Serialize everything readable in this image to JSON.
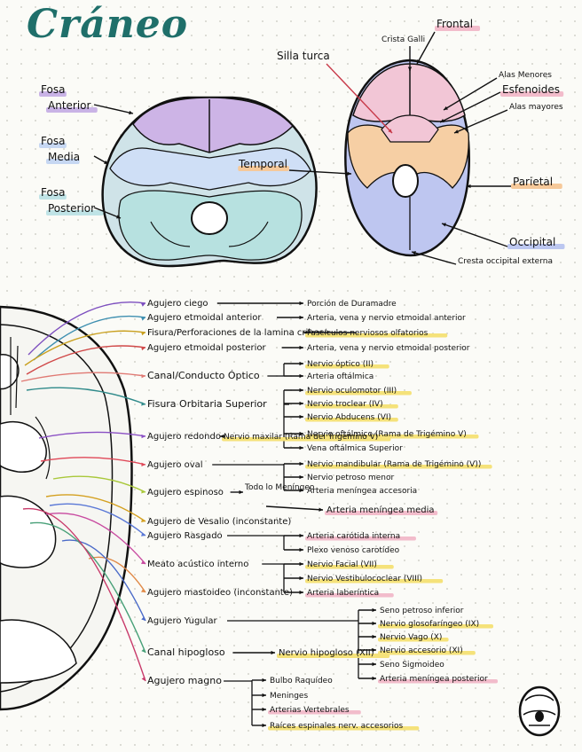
{
  "title": "Cráneo",
  "top_left": {
    "labels": [
      {
        "id": "fosa-anterior",
        "lines": [
          "Fosa",
          "Anterior"
        ],
        "hl": "#c9b3e6"
      },
      {
        "id": "fosa-media",
        "lines": [
          "Fosa",
          "Media"
        ],
        "hl": "#c6d7f2"
      },
      {
        "id": "fosa-posterior",
        "lines": [
          "Fosa",
          "Posterior"
        ],
        "hl": "#bfe3e6"
      }
    ]
  },
  "top_right": {
    "labels": [
      {
        "id": "frontal",
        "text": "Frontal",
        "hl": "#f2bccb"
      },
      {
        "id": "crista-galli",
        "text": "Crista Galli",
        "hl": ""
      },
      {
        "id": "silla-turca",
        "text": "Silla turca",
        "hl": ""
      },
      {
        "id": "alas-menores",
        "text": "Alas Menores",
        "hl": ""
      },
      {
        "id": "esfenoides",
        "text": "Esfenoides",
        "hl": "#f2bccb"
      },
      {
        "id": "alas-mayores",
        "text": "Alas mayores",
        "hl": ""
      },
      {
        "id": "temporal",
        "text": "Temporal",
        "hl": "#f6c99a"
      },
      {
        "id": "parietal",
        "text": "Parietal",
        "hl": "#f6c99a"
      },
      {
        "id": "occipital",
        "text": "Occipital",
        "hl": "#bcc7f0"
      },
      {
        "id": "cresta-occipital",
        "text": "Cresta occipital externa",
        "hl": ""
      }
    ]
  },
  "foramina": [
    {
      "id": "agujero-ciego",
      "text": "Agujero ciego",
      "color": "#7d4fbf",
      "contents": [
        {
          "text": "Porción de Duramadre",
          "hl": ""
        }
      ]
    },
    {
      "id": "agujero-etmoidal-anterior",
      "text": "Agujero etmoidal anterior",
      "color": "#3e8fb0",
      "contents": [
        {
          "text": "Arteria, vena y nervio etmoidal anterior",
          "hl": ""
        }
      ]
    },
    {
      "id": "fisura-lamina-cribosa",
      "text": "Fisura/Perforaciones de la lamina cribosa",
      "color": "#c9a020",
      "contents": [
        {
          "text": "Fascículos nerviosos olfatorios",
          "hl": "#f5e27a"
        }
      ]
    },
    {
      "id": "agujero-etmoidal-posterior",
      "text": "Agujero etmoidal posterior",
      "color": "#d04848",
      "contents": [
        {
          "text": "Arteria, vena y nervio etmoidal posterior",
          "hl": ""
        }
      ]
    },
    {
      "id": "canal-optico",
      "text": "Canal/Conducto Óptico",
      "color": "#e07a74",
      "contents": [
        {
          "text": "Nervio óptico (II)",
          "hl": "#f5e27a"
        },
        {
          "text": "Arteria oftálmica",
          "hl": ""
        }
      ]
    },
    {
      "id": "fisura-orbitaria-superior",
      "text": "Fisura Orbitaria Superior",
      "color": "#2f8a8a",
      "contents": [
        {
          "text": "Nervio oculomotor (III)",
          "hl": "#f5e27a"
        },
        {
          "text": "Nervio troclear (IV)",
          "hl": "#f5e27a"
        },
        {
          "text": "Nervio Abducens (VI)",
          "hl": "#f5e27a"
        },
        {
          "text": "Nervio oftálmico (Rama de Trigémino V)",
          "hl": "#f5e27a"
        },
        {
          "text": "Vena oftálmica Superior",
          "hl": ""
        }
      ]
    },
    {
      "id": "agujero-redondo",
      "text": "Agujero redondo",
      "color": "#8a4fc4",
      "contents": [
        {
          "text": "Nervio maxilar (Rama del Trigémino V)",
          "hl": "#f5e27a"
        }
      ]
    },
    {
      "id": "agujero-oval",
      "text": "Agujero oval",
      "color": "#e04858",
      "contents": [
        {
          "text": "Nervio mandibular (Rama de Trigémino (V))",
          "hl": "#f5e27a"
        },
        {
          "text": "Nervio petroso menor",
          "hl": ""
        },
        {
          "text": "Arteria meníngea accesoria",
          "hl": ""
        }
      ]
    },
    {
      "id": "agujero-espinoso",
      "text": "Agujero espinoso",
      "color": "#a9c83a",
      "contents": [
        {
          "text": "Todo lo Meníngeo",
          "hl": ""
        },
        {
          "text": "Arteria meníngea media",
          "hl": "#f2bccb"
        }
      ]
    },
    {
      "id": "agujero-lacerado",
      "text": "Agujero de Vesalio (inconstante)",
      "color": "#d4a020",
      "contents": []
    },
    {
      "id": "agujero-rasgado",
      "text": "Agujero Rasgado",
      "color": "#5a78d6",
      "contents": [
        {
          "text": "Arteria carótida interna",
          "hl": "#f2bccb"
        },
        {
          "text": "Plexo venoso carotídeo",
          "hl": ""
        }
      ]
    },
    {
      "id": "meato-acustico-interno",
      "text": "Meato acústico interno",
      "color": "#c84aa0",
      "contents": [
        {
          "text": "Nervio Facial (VII)",
          "hl": "#f5e27a"
        },
        {
          "text": "Nervio Vestibulococlear (VIII)",
          "hl": "#f5e27a"
        },
        {
          "text": "Arteria laberíntica",
          "hl": "#f2bccb"
        }
      ]
    },
    {
      "id": "agujero-mastoideo",
      "text": "Agujero mastoideo (inconstante)",
      "color": "#e08a48",
      "contents": []
    },
    {
      "id": "agujero-yugular",
      "text": "Agujero Yugular",
      "color": "#4a6ac8",
      "contents": [
        {
          "text": "Seno petroso inferior",
          "hl": ""
        },
        {
          "text": "Nervio glosofaríngeo (IX)",
          "hl": "#f5e27a"
        },
        {
          "text": "Nervio Vago (X)",
          "hl": "#f5e27a"
        },
        {
          "text": "Nervio accesorio (XI)",
          "hl": "#f5e27a"
        },
        {
          "text": "Seno Sigmoideo",
          "hl": ""
        },
        {
          "text": "Arteria meníngea posterior",
          "hl": "#f2bccb"
        }
      ]
    },
    {
      "id": "canal-hipogloso",
      "text": "Canal hipogloso",
      "color": "#48a078",
      "contents": [
        {
          "text": "Nervio hipogloso (XII)",
          "hl": "#f5e27a"
        }
      ]
    },
    {
      "id": "agujero-magno",
      "text": "Agujero magno",
      "color": "#c83a6a",
      "contents": [
        {
          "text": "Bulbo Raquídeo",
          "hl": ""
        },
        {
          "text": "Meninges",
          "hl": ""
        },
        {
          "text": "Arterias Vertebrales",
          "hl": "#f2bccb"
        },
        {
          "text": "Raíces espinales nerv. accesorios",
          "hl": "#f5e27a"
        }
      ]
    }
  ]
}
